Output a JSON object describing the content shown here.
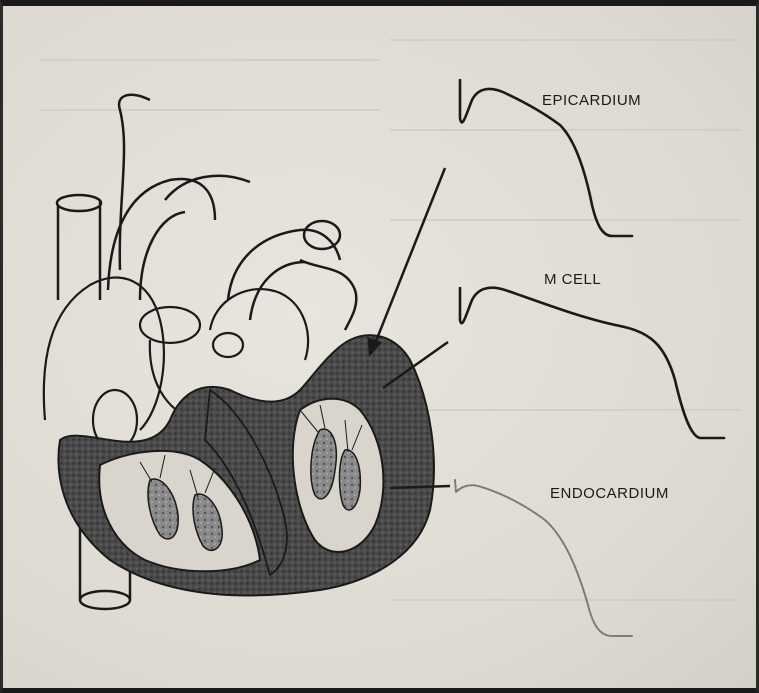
{
  "labels": {
    "epicardium": "EPICARDIUM",
    "m_cell": "M CELL",
    "endocardium": "ENDOCARDIUM"
  },
  "colors": {
    "ink": "#1a1a1a",
    "endocardium_trace": "#7a7a7a",
    "myocardium_fill": "#3e3e3e",
    "paper": "#e3e0d9"
  }
}
